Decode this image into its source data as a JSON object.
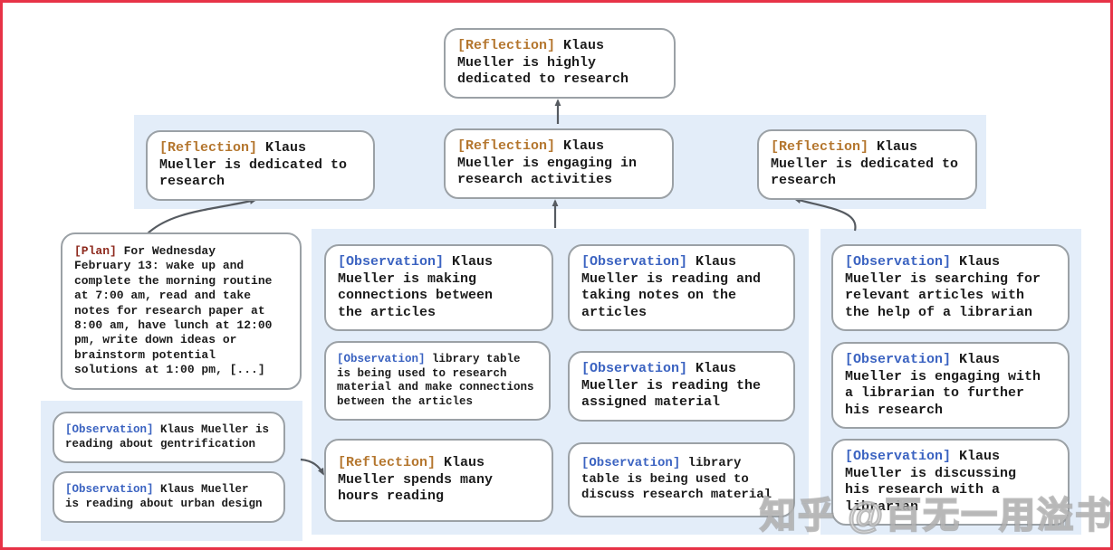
{
  "colors": {
    "frame_red": "#e73347",
    "band_blue": "#e3edf9",
    "node_border": "#9ba1a6",
    "reflection_tag": "#b4762e",
    "observation_tag": "#3b63c1",
    "plan_tag": "#8e2a1e",
    "body_text": "#1c1c1c",
    "arrow": "#565b61"
  },
  "watermark": {
    "text": "知乎 @百无一用溢书生"
  },
  "nodes": {
    "root": {
      "tag": "[Reflection]",
      "text": "Klaus\nMueller is highly\ndedicated to research"
    },
    "r2a": {
      "tag": "[Reflection]",
      "text": "Klaus\nMueller is dedicated to\nresearch"
    },
    "r2b": {
      "tag": "[Reflection]",
      "text": "Klaus\nMueller is engaging in\nresearch activities"
    },
    "r2c": {
      "tag": "[Reflection]",
      "text": "Klaus\nMueller is dedicated to\nresearch"
    },
    "plan": {
      "tag": "[Plan]",
      "text": "For Wednesday\nFebruary 13: wake up and\ncomplete the morning routine\nat 7:00 am, read and take\nnotes for research paper at\n8:00 am, have lunch at 12:00\npm, write down ideas or\nbrainstorm potential\nsolutions at 1:00 pm, [...]"
    },
    "lobs1": {
      "tag": "[Observation]",
      "text": "Klaus Mueller is\nreading about gentrification"
    },
    "lobs2": {
      "tag": "[Observation]",
      "text": "Klaus Mueller\nis reading about urban design"
    },
    "m1n1": {
      "tag": "[Observation]",
      "text": "Klaus\nMueller is making\nconnections between\nthe articles"
    },
    "m1n2": {
      "tag": "[Observation]",
      "text": "library table\nis being used to research\nmaterial and make connections\nbetween the articles"
    },
    "m1n3": {
      "tag": "[Reflection]",
      "text": "Klaus\nMueller spends many\nhours reading"
    },
    "m2n1": {
      "tag": "[Observation]",
      "text": "Klaus\nMueller is reading and\ntaking notes on the\narticles"
    },
    "m2n2": {
      "tag": "[Observation]",
      "text": "Klaus\nMueller is reading the\nassigned material"
    },
    "m2n3": {
      "tag": "[Observation]",
      "text": "library\ntable is being used to\ndiscuss research material"
    },
    "rn1": {
      "tag": "[Observation]",
      "text": "Klaus\nMueller is searching for\nrelevant articles with\nthe help of a librarian"
    },
    "rn2": {
      "tag": "[Observation]",
      "text": "Klaus\nMueller is engaging with\na librarian to further\nhis research"
    },
    "rn3": {
      "tag": "[Observation]",
      "text": "Klaus\nMueller is discussing\nhis research with a\nlibrarian"
    }
  }
}
